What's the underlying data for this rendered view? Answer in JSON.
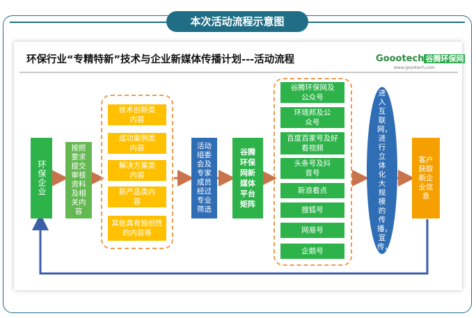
{
  "header": {
    "pill": "本次活动流程示意图"
  },
  "title": "环保行业“专精特新”技术与企业新媒体传播计划---活动流程",
  "logo": {
    "part1": "Goootech",
    "part2": "谷腾环保网",
    "sub": "www.goootech.com"
  },
  "nodes": {
    "enterprise": "环保企业",
    "submit": "按照要求提交审核资料及相关内容",
    "categories": [
      "技术创新类内容",
      "成功案例类内容",
      "解决方案类内容",
      "新产品类内容",
      "其他具有独创性的内容等"
    ],
    "committee": "活动组委会及专家成员经过专业筛选",
    "platform": "谷腾环保网新媒体平台矩阵",
    "channels": [
      "谷腾环保网及公众号",
      "环境邦及公众号",
      "百度百家号及好看视频",
      "头条号及抖音号",
      "新浪看点",
      "搜狐号",
      "网易号",
      "企鹅号"
    ],
    "spread": "进入互联网，进行立体化大规模的传播，宣传，",
    "customer": "客户获取新企业信息"
  },
  "colors": {
    "header": "#1f6e86",
    "green": "#2db34a",
    "light_green": "#64b852",
    "yellow": "#ffc000",
    "blue": "#2f6db5",
    "orange": "#f5a000",
    "arrow": "#c8734a",
    "return_line": "#3a5ea8",
    "dash": "#ee9a4a"
  }
}
